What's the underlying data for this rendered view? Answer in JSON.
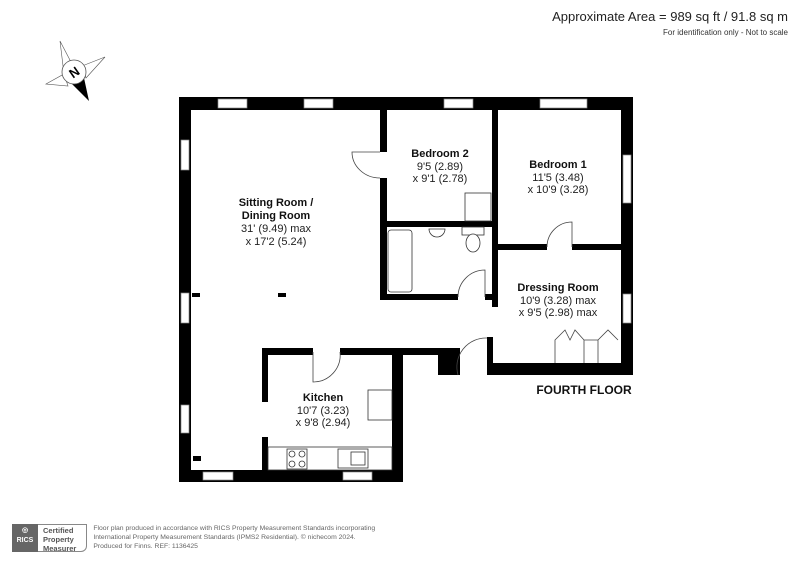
{
  "header": {
    "area": "Approximate Area = 989 sq ft / 91.8 sq m",
    "note": "For identification only - Not to scale"
  },
  "compass": {
    "label": "N"
  },
  "rooms": {
    "sitting": {
      "name1": "Sitting Room /",
      "name2": "Dining Room",
      "dim1": "31' (9.49) max",
      "dim2": "x 17'2 (5.24)"
    },
    "bedroom2": {
      "name": "Bedroom 2",
      "dim1": "9'5 (2.89)",
      "dim2": "x 9'1 (2.78)"
    },
    "bedroom1": {
      "name": "Bedroom 1",
      "dim1": "11'5 (3.48)",
      "dim2": "x 10'9 (3.28)"
    },
    "dressing": {
      "name": "Dressing Room",
      "dim1": "10'9 (3.28) max",
      "dim2": "x 9'5 (2.98) max"
    },
    "kitchen": {
      "name": "Kitchen",
      "dim1": "10'7 (3.23)",
      "dim2": "x 9'8 (2.94)"
    }
  },
  "floor_label": "FOURTH FLOOR",
  "footer": {
    "rics": "RICS",
    "badge": [
      "Certified",
      "Property",
      "Measurer"
    ],
    "line1": "Floor plan produced in accordance with RICS Property Measurement Standards incorporating",
    "line2": "International Property Measurement Standards (IPMS2 Residential).   © nichecom 2024.",
    "line3": "Produced for Finns.    REF:   1136425"
  }
}
